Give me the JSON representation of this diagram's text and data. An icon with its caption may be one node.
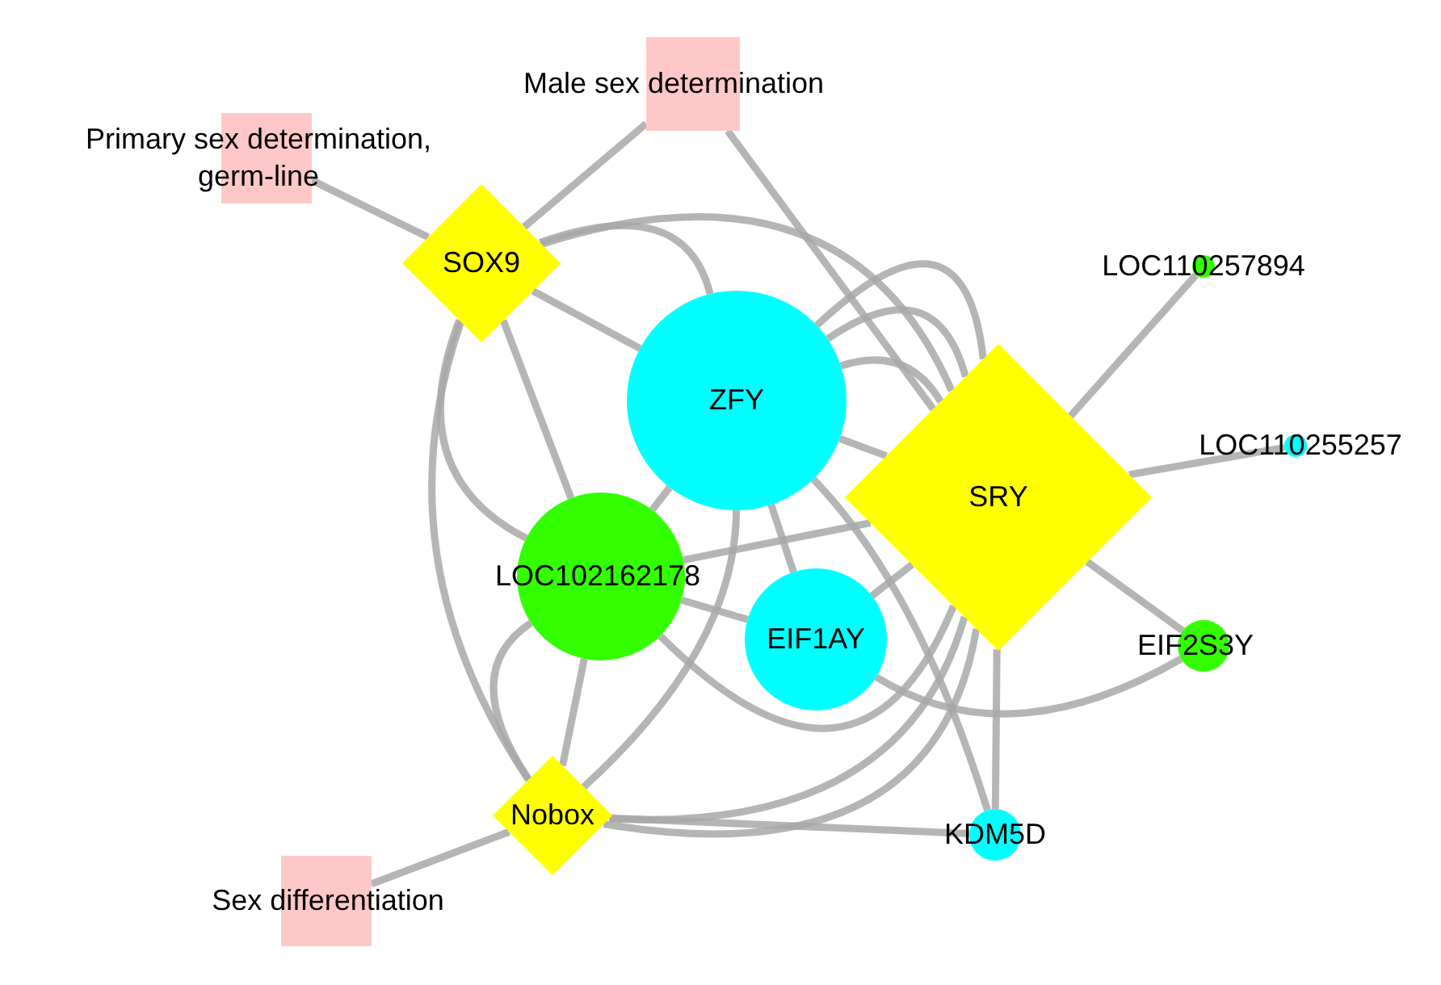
{
  "diagram": {
    "nodes": [
      {
        "text": [
          "Male sex determination"
        ]
      },
      {
        "text": [
          "Primary sex determination, germ-line"
        ]
      },
      {
        "text": [
          "SOX9"
        ]
      },
      {
        "text": [
          "ZFY"
        ]
      },
      {
        "text": [
          "SRY"
        ]
      },
      {
        "text": [
          "LOC110257894"
        ]
      },
      {
        "text": [
          "LOC110255257"
        ]
      },
      {
        "text": [
          "LOC102162178"
        ]
      },
      {
        "text": [
          "EIF1AY"
        ]
      },
      {
        "text": [
          "EIF2S3Y"
        ]
      },
      {
        "text": [
          "Nobox"
        ]
      },
      {
        "text": [
          "KDM5D"
        ]
      },
      {
        "text": [
          "Sex differentiation"
        ]
      }
    ],
    "edges": [
      {
        "from": 2,
        "to": 1,
        "arrow": "none"
      },
      {
        "from": 2,
        "to": 0,
        "arrow": "none"
      },
      {
        "from": 0,
        "to": 4,
        "arrow": "none"
      },
      {
        "from": 4,
        "to": 5,
        "arrow": "none"
      },
      {
        "from": 4,
        "to": 6,
        "arrow": "none"
      },
      {
        "from": 4,
        "to": 9,
        "arrow": "none"
      },
      {
        "from": 4,
        "to": 11,
        "arrow": "none"
      },
      {
        "from": 10,
        "to": 12,
        "arrow": "none"
      },
      {
        "from": 10,
        "to": 11,
        "arrow": "none"
      },
      {
        "from": 10,
        "to": 4,
        "arrow": "none"
      },
      {
        "from": 2,
        "to": 3,
        "arrow": "none"
      },
      {
        "from": 2,
        "to": 3,
        "arrow": "none"
      },
      {
        "from": 2,
        "to": 7,
        "arrow": "none"
      },
      {
        "from": 2,
        "to": 7,
        "arrow": "none"
      },
      {
        "from": 2,
        "to": 4,
        "arrow": "none"
      },
      {
        "from": 2,
        "to": 10,
        "arrow": "none"
      },
      {
        "from": 3,
        "to": 4,
        "arrow": "none"
      },
      {
        "from": 3,
        "to": 4,
        "arrow": "none"
      },
      {
        "from": 3,
        "to": 4,
        "arrow": "none"
      },
      {
        "from": 3,
        "to": 4,
        "arrow": "none"
      },
      {
        "from": 3,
        "to": 7,
        "arrow": "none"
      },
      {
        "from": 3,
        "to": 8,
        "arrow": "none"
      },
      {
        "from": 3,
        "to": 10,
        "arrow": "none"
      },
      {
        "from": 7,
        "to": 4,
        "arrow": "none"
      },
      {
        "from": 7,
        "to": 10,
        "arrow": "none"
      },
      {
        "from": 7,
        "to": 10,
        "arrow": "none"
      },
      {
        "from": 7,
        "to": 8,
        "arrow": "none"
      },
      {
        "from": 8,
        "to": 4,
        "arrow": "none"
      },
      {
        "from": 8,
        "to": 9,
        "arrow": "none"
      },
      {
        "from": 10,
        "to": 4,
        "arrow": "none"
      },
      {
        "from": 7,
        "to": 4,
        "arrow": "none"
      },
      {
        "from": 3,
        "to": 11,
        "arrow": "none"
      }
    ]
  }
}
